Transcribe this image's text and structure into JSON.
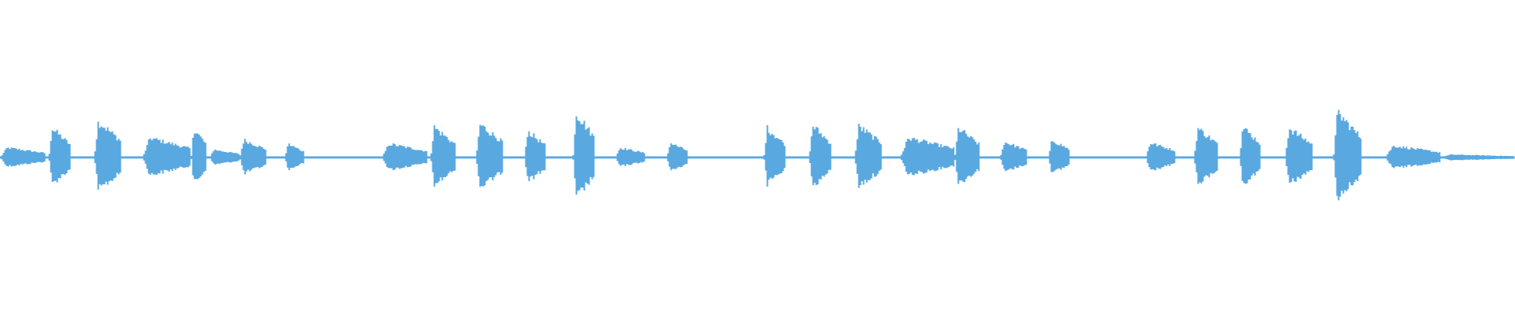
{
  "waveform": {
    "color": "#5aa8e0",
    "background": "#ffffff",
    "bursts": [
      {
        "start": 0.0,
        "end": 0.03,
        "amp": 0.1
      },
      {
        "start": 0.032,
        "end": 0.046,
        "amp": 0.3
      },
      {
        "start": 0.062,
        "end": 0.08,
        "amp": 0.37
      },
      {
        "start": 0.094,
        "end": 0.126,
        "amp": 0.2
      },
      {
        "start": 0.126,
        "end": 0.136,
        "amp": 0.3
      },
      {
        "start": 0.138,
        "end": 0.158,
        "amp": 0.08
      },
      {
        "start": 0.158,
        "end": 0.176,
        "amp": 0.18
      },
      {
        "start": 0.188,
        "end": 0.2,
        "amp": 0.14
      },
      {
        "start": 0.252,
        "end": 0.282,
        "amp": 0.14
      },
      {
        "start": 0.284,
        "end": 0.3,
        "amp": 0.31
      },
      {
        "start": 0.314,
        "end": 0.332,
        "amp": 0.34
      },
      {
        "start": 0.346,
        "end": 0.36,
        "amp": 0.27
      },
      {
        "start": 0.378,
        "end": 0.392,
        "amp": 0.46
      },
      {
        "start": 0.406,
        "end": 0.426,
        "amp": 0.1
      },
      {
        "start": 0.44,
        "end": 0.454,
        "amp": 0.15
      },
      {
        "start": 0.504,
        "end": 0.518,
        "amp": 0.3
      },
      {
        "start": 0.534,
        "end": 0.548,
        "amp": 0.33
      },
      {
        "start": 0.564,
        "end": 0.582,
        "amp": 0.32
      },
      {
        "start": 0.594,
        "end": 0.63,
        "amp": 0.2
      },
      {
        "start": 0.63,
        "end": 0.646,
        "amp": 0.3
      },
      {
        "start": 0.66,
        "end": 0.678,
        "amp": 0.16
      },
      {
        "start": 0.692,
        "end": 0.706,
        "amp": 0.18
      },
      {
        "start": 0.756,
        "end": 0.776,
        "amp": 0.15
      },
      {
        "start": 0.788,
        "end": 0.804,
        "amp": 0.3
      },
      {
        "start": 0.818,
        "end": 0.832,
        "amp": 0.31
      },
      {
        "start": 0.848,
        "end": 0.866,
        "amp": 0.3
      },
      {
        "start": 0.88,
        "end": 0.898,
        "amp": 0.46
      },
      {
        "start": 0.914,
        "end": 0.95,
        "amp": 0.12
      },
      {
        "start": 0.95,
        "end": 1.0,
        "amp": 0.03
      }
    ]
  }
}
